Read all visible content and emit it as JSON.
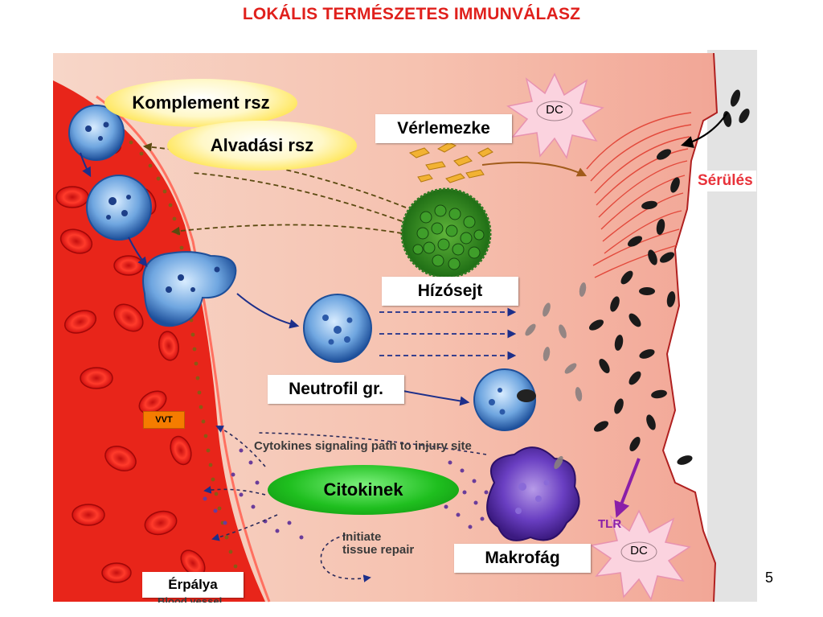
{
  "title": "LOKÁLIS TERMÉSZETES IMMUNVÁLASZ",
  "labels": {
    "komplement": "Komplement rsz",
    "alvadasi": "Alvadási rsz",
    "verlemezke": "Vérlemezke",
    "hizosejt": "Hízósejt",
    "neutrofil": "Neutrofil gr.",
    "citokinek": "Citokinek",
    "makrofag": "Makrofág",
    "erpalya": "Érpálya",
    "vvt": "VVT",
    "serules": "Sérülés",
    "tlr": "TLR",
    "dc_top": "DC",
    "dc_bottom": "DC",
    "cytokine_path": "Cytokines signaling path to injury site",
    "initiate": "Initiate\ntissue repair",
    "blood_vessel": "Blood vessel"
  },
  "slide_number": "5",
  "colors": {
    "title": "#e0201c",
    "vessel": "#e02010",
    "tissue": "#f6c9b8",
    "serules": "#e8323a",
    "tlr": "#8a1fa8"
  }
}
